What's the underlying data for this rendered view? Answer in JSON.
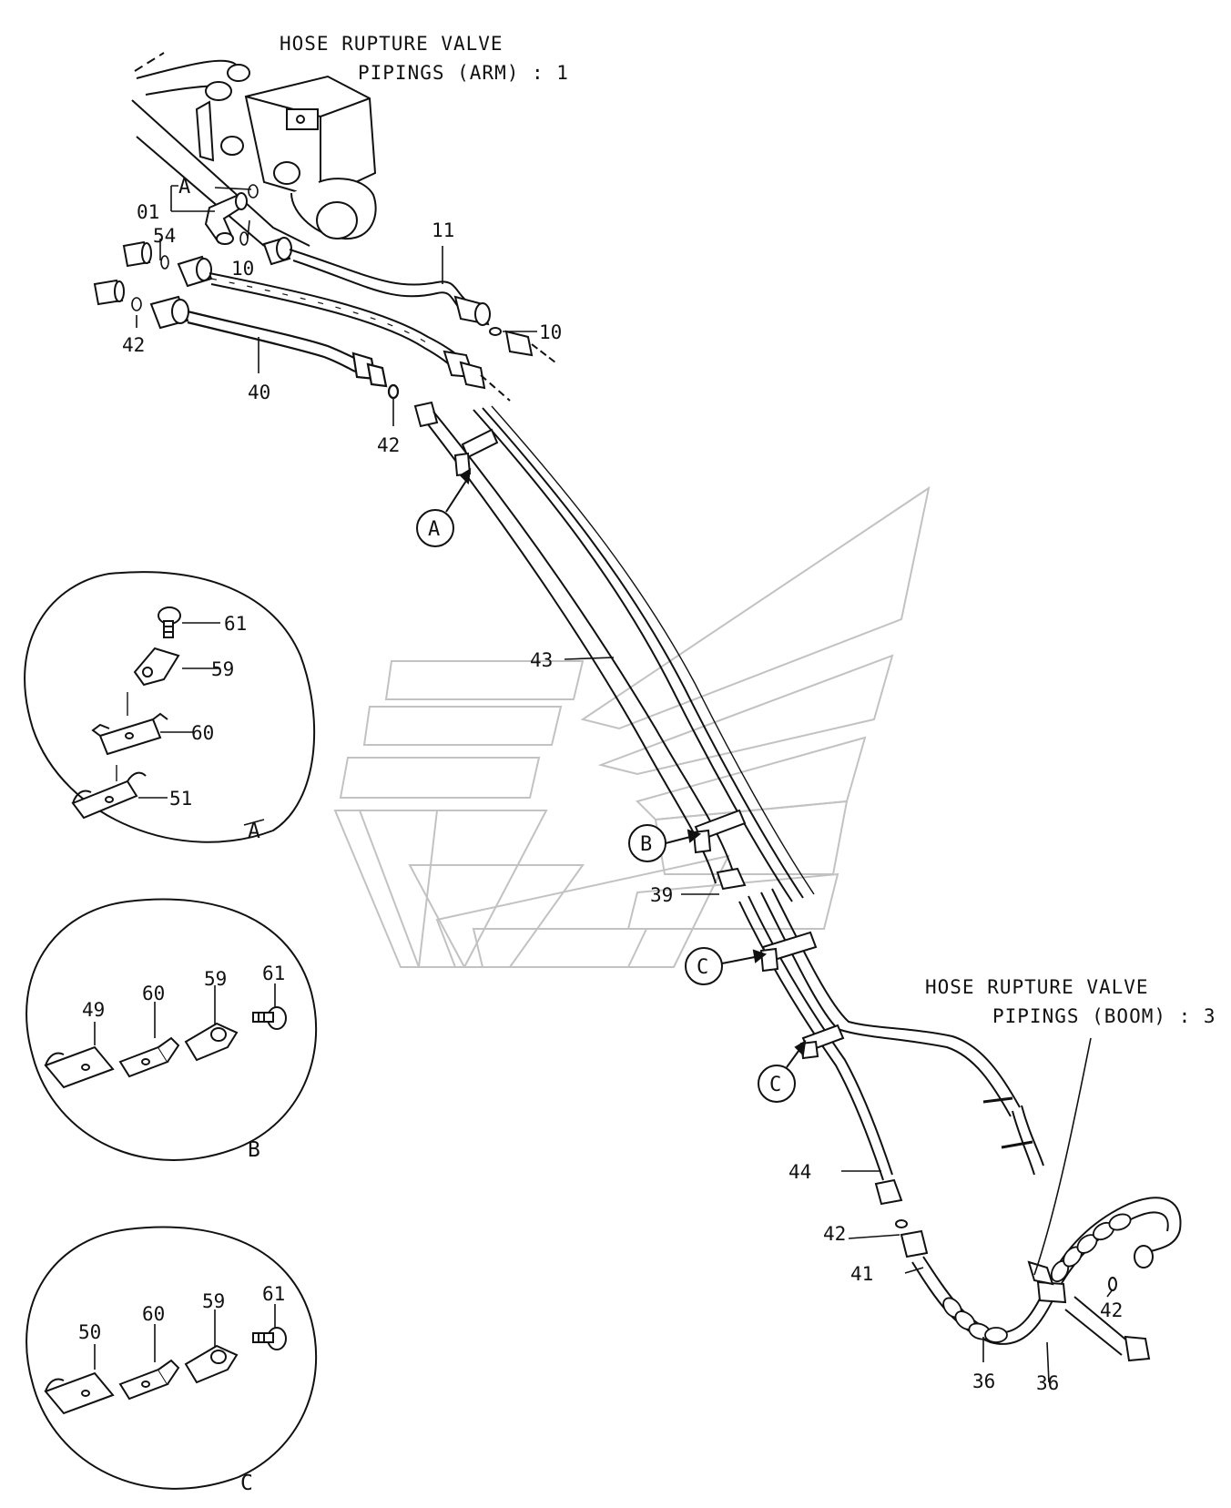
{
  "headers": {
    "arm_line1": "HOSE RUPTURE VALVE",
    "arm_line2": "PIPINGS (ARM) : 1",
    "boom_line1": "HOSE RUPTURE VALVE",
    "boom_line2": "PIPINGS (BOOM) : 3"
  },
  "valve_callout": {
    "letter": "A",
    "part": "01"
  },
  "parts": {
    "p54": "54",
    "p10a": "10",
    "p11": "11",
    "p10b": "10",
    "p42a": "42",
    "p40": "40",
    "p42b": "42",
    "p43": "43",
    "p39": "39",
    "p44": "44",
    "p42c": "42",
    "p41": "41",
    "p42d": "42",
    "p36a": "36",
    "p36b": "36"
  },
  "callouts": {
    "a": "A",
    "b": "B",
    "c1": "C",
    "c2": "C"
  },
  "details": {
    "a": {
      "letter": "A",
      "p61": "61",
      "p59": "59",
      "p60": "60",
      "p51": "51"
    },
    "b": {
      "letter": "B",
      "p49": "49",
      "p60": "60",
      "p59": "59",
      "p61": "61"
    },
    "c": {
      "letter": "C",
      "p50": "50",
      "p60": "60",
      "p59": "59",
      "p61": "61"
    }
  },
  "icons": [
    "hydraulic-valve-icon",
    "elbow-fitting-icon",
    "hose-icon",
    "clamp-icon",
    "bolt-icon",
    "watermark-logo"
  ],
  "colors": {
    "ink": "#111111",
    "watermark": "#bdbdbd",
    "background": "#ffffff"
  }
}
